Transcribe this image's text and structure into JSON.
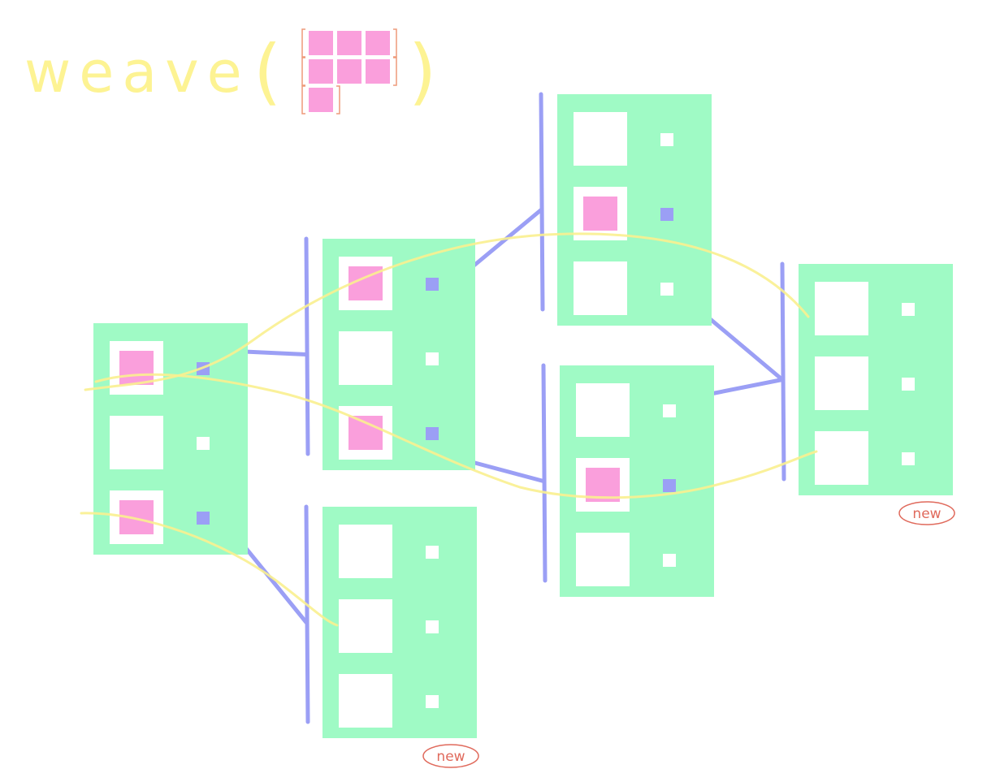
{
  "title": {
    "word": "weave",
    "open_paren": "(",
    "close_paren": ")",
    "argument_rows": [
      3,
      3,
      1
    ]
  },
  "colors": {
    "node_fill": "#9ffac5",
    "slot_fill": "#ffffff",
    "value_fill": "#fa9fdc",
    "pointer_on": "#9b9ff5",
    "pointer_off": "#ffffff",
    "edge": "#9b9ff5",
    "thread": "#faf08f",
    "title": "#fdf393",
    "bracket": "#ee9a7a",
    "new_mark": "#e06a5c"
  },
  "nodes": [
    {
      "id": "n1",
      "slots": [
        {
          "value": true,
          "pointer": true
        },
        {
          "value": false,
          "pointer": false
        },
        {
          "value": true,
          "pointer": true
        }
      ],
      "new": false
    },
    {
      "id": "n2",
      "slots": [
        {
          "value": true,
          "pointer": true
        },
        {
          "value": false,
          "pointer": false
        },
        {
          "value": true,
          "pointer": true
        }
      ],
      "new": false
    },
    {
      "id": "n3",
      "slots": [
        {
          "value": false,
          "pointer": false
        },
        {
          "value": false,
          "pointer": false
        },
        {
          "value": false,
          "pointer": false
        }
      ],
      "new": true
    },
    {
      "id": "n4",
      "slots": [
        {
          "value": false,
          "pointer": false
        },
        {
          "value": true,
          "pointer": true
        },
        {
          "value": false,
          "pointer": false
        }
      ],
      "new": false
    },
    {
      "id": "n5",
      "slots": [
        {
          "value": false,
          "pointer": false
        },
        {
          "value": true,
          "pointer": true
        },
        {
          "value": false,
          "pointer": false
        }
      ],
      "new": false
    },
    {
      "id": "n6",
      "slots": [
        {
          "value": false,
          "pointer": false
        },
        {
          "value": false,
          "pointer": false
        },
        {
          "value": false,
          "pointer": false
        }
      ],
      "new": true
    }
  ],
  "edges": [
    {
      "from": "n1",
      "to": "n2"
    },
    {
      "from": "n1",
      "to": "n3"
    },
    {
      "from": "n2",
      "to": "n4"
    },
    {
      "from": "n2",
      "to": "n5"
    },
    {
      "from": "n4",
      "to": "n6"
    },
    {
      "from": "n5",
      "to": "n6"
    }
  ],
  "new_label": "new"
}
